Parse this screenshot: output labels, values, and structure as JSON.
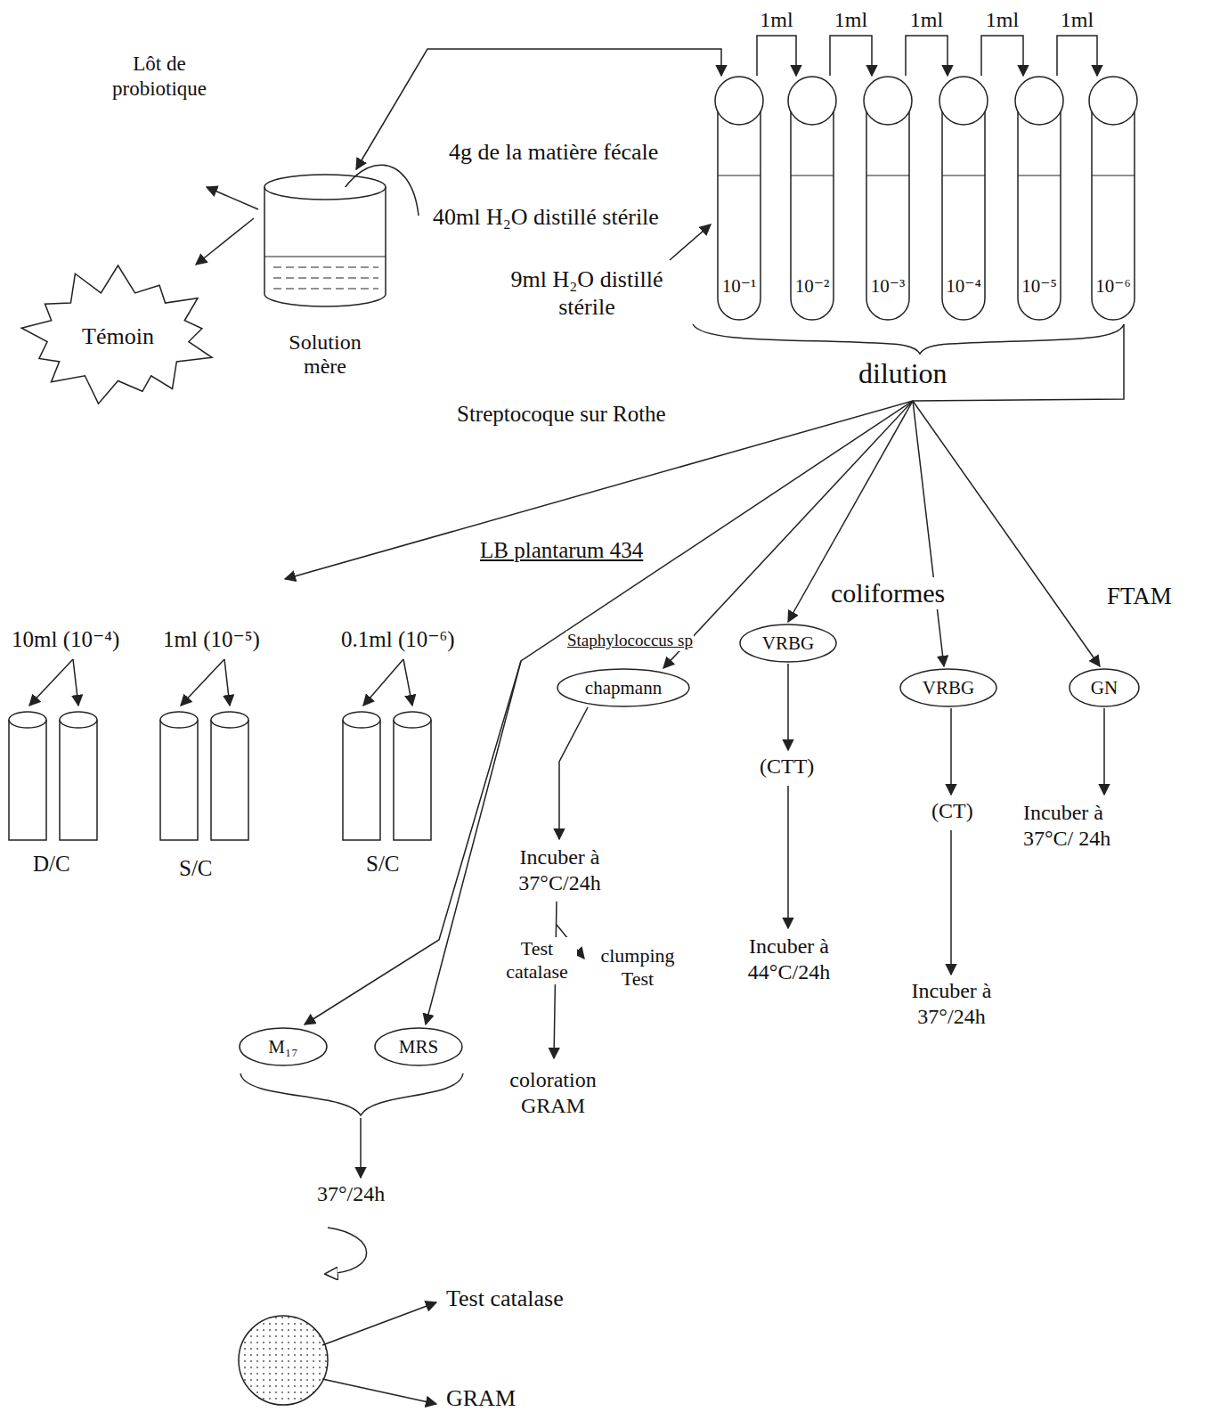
{
  "diagram": {
    "nodes": [
      {
        "text": [
          "Témoin"
        ]
      },
      {
        "text": [
          "Solution mère"
        ]
      },
      {
        "text": [
          "10⁻¹"
        ]
      },
      {
        "text": [
          "10⁻²"
        ]
      },
      {
        "text": [
          "10⁻³"
        ]
      },
      {
        "text": [
          "10⁻⁴"
        ]
      },
      {
        "text": [
          "10⁻⁵"
        ]
      },
      {
        "text": [
          "10⁻⁶"
        ]
      },
      {
        "text": [
          "chapmann"
        ]
      },
      {
        "text": [
          "VRBG"
        ]
      },
      {
        "text": [
          "VRBG"
        ]
      },
      {
        "text": [
          "GN"
        ]
      },
      {
        "text": [
          "M₁₇"
        ]
      },
      {
        "text": [
          "MRS"
        ]
      }
    ],
    "edges": [
      {
        "from": 1,
        "to": 0,
        "arrow": "to"
      },
      {
        "from": 1,
        "to": 2,
        "arrow": "both"
      },
      {
        "from": 2,
        "to": 3,
        "label": "1ml",
        "arrow": "to"
      },
      {
        "from": 3,
        "to": 4,
        "label": "1ml",
        "arrow": "to"
      },
      {
        "from": 4,
        "to": 5,
        "label": "1ml",
        "arrow": "to"
      },
      {
        "from": 5,
        "to": 6,
        "label": "1ml",
        "arrow": "to"
      },
      {
        "from": 6,
        "to": 7,
        "label": "1ml",
        "arrow": "to"
      }
    ],
    "labels": [
      "Lôt de probiotique",
      "4g de la matière fécale",
      "40ml H₂O distillé stérile",
      "9ml H₂O distillé stérile",
      "dilution",
      "Streptocoque sur Rothe",
      "LB plantarum 434",
      "coliformes",
      "FTAM",
      "Staphylococcus sp",
      "10ml (10⁻⁴)",
      "1ml (10⁻⁵)",
      "0.1ml (10⁻⁶)",
      "D/C",
      "S/C",
      "S/C",
      "Incuber à 37°C/24h",
      "Test catalase",
      "clumping Test",
      "coloration GRAM",
      "(CTT)",
      "Incuber à 44°C/24h",
      "(CT)",
      "Incuber à 37°/24h",
      "Incuber à 37°C/ 24h",
      "37°/24h",
      "Test catalase",
      "GRAM"
    ]
  }
}
